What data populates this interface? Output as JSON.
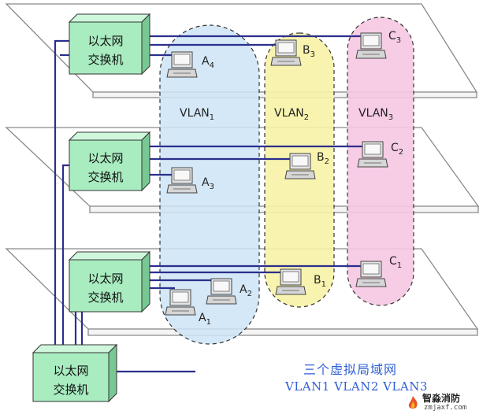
{
  "switch_label_1": "以太网",
  "switch_label_2": "交换机",
  "vlans": [
    {
      "name": "VLAN",
      "sub": "1",
      "color": "#cde4f6"
    },
    {
      "name": "VLAN",
      "sub": "2",
      "color": "#f7f3a6"
    },
    {
      "name": "VLAN",
      "sub": "3",
      "color": "#f6c6e2"
    }
  ],
  "hosts": {
    "A4": {
      "letter": "A",
      "sub": "4"
    },
    "A3": {
      "letter": "A",
      "sub": "3"
    },
    "A2": {
      "letter": "A",
      "sub": "2"
    },
    "A1": {
      "letter": "A",
      "sub": "1"
    },
    "B3": {
      "letter": "B",
      "sub": "3"
    },
    "B2": {
      "letter": "B",
      "sub": "2"
    },
    "B1": {
      "letter": "B",
      "sub": "1"
    },
    "C3": {
      "letter": "C",
      "sub": "3"
    },
    "C2": {
      "letter": "C",
      "sub": "2"
    },
    "C1": {
      "letter": "C",
      "sub": "1"
    }
  },
  "caption": {
    "title": "三个虚拟局域网",
    "subtitle": "VLAN1 VLAN2 VLAN3"
  },
  "watermark": {
    "name": "智淼消防",
    "url": "zmjaxf.com"
  },
  "colors": {
    "floor_stroke": "#8a8a8a",
    "switch_front": "#a8ecc0",
    "switch_side": "#79c894",
    "cable": "#2b2f8c",
    "caption": "#2f5fd4"
  }
}
